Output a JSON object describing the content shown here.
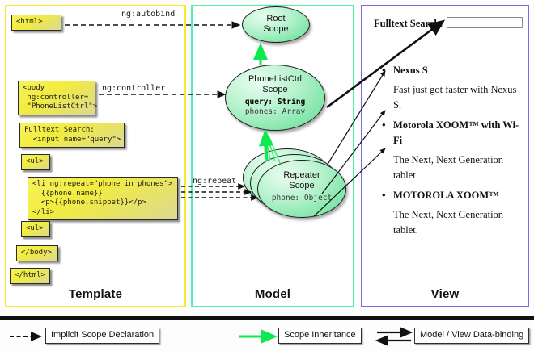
{
  "columns": [
    {
      "label": "Template",
      "border_color": "#f5ed2a"
    },
    {
      "label": "Model",
      "border_color": "#4ff0a8"
    },
    {
      "label": "View",
      "border_color": "#7b68e8"
    }
  ],
  "template": {
    "boxes": [
      {
        "name": "html-open",
        "text": "<html>"
      },
      {
        "name": "body-open",
        "text": "<body\n ng:controller=\n \"PhoneListCtrl\">"
      },
      {
        "name": "fulltext-search",
        "text": "Fulltext Search:\n  <input name=\"query\">"
      },
      {
        "name": "ul-open",
        "text": "<ul>"
      },
      {
        "name": "li-repeat",
        "text": "<li ng:repeat=\"phone in phones\">\n  {{phone.name}}\n  <p>{{phone.snippet}}</p>\n</li>"
      },
      {
        "name": "ul-close",
        "text": "<ul>"
      },
      {
        "name": "body-close",
        "text": "</body>"
      },
      {
        "name": "html-close",
        "text": "</html>"
      }
    ]
  },
  "model": {
    "root_scope": {
      "title": "Root\nScope"
    },
    "phonelist_scope": {
      "title": "PhoneListCtrl\nScope",
      "prop_query": "query: String",
      "prop_phones": "phones: Array"
    },
    "repeater_scope": {
      "title": "Repeater\nScope",
      "prop_phone": "phone: Object"
    }
  },
  "edges": {
    "autobind": "ng:autobind",
    "controller": "ng:controller",
    "repeat": "ng:repeat"
  },
  "view": {
    "search_label": "Fulltext Search:",
    "search_value": "",
    "search_placeholder": "",
    "items": [
      {
        "name": "Nexus S",
        "snippet": "Fast just got faster with Nexus S."
      },
      {
        "name": "Motorola XOOM™  with Wi-Fi",
        "snippet": "The Next, Next Generation tablet."
      },
      {
        "name": "MOTOROLA XOOM™",
        "snippet": "The Next, Next Generation tablet."
      }
    ]
  },
  "legend": [
    {
      "name": "implicit-scope-declaration",
      "label": "Implicit Scope Declaration",
      "arrow": "dashed",
      "color": "#111111"
    },
    {
      "name": "scope-inheritance",
      "label": "Scope Inheritance",
      "arrow": "solid-green",
      "color": "#10e850"
    },
    {
      "name": "model-view-data-binding",
      "label": "Model / View Data-binding",
      "arrow": "double",
      "color": "#111111"
    }
  ]
}
